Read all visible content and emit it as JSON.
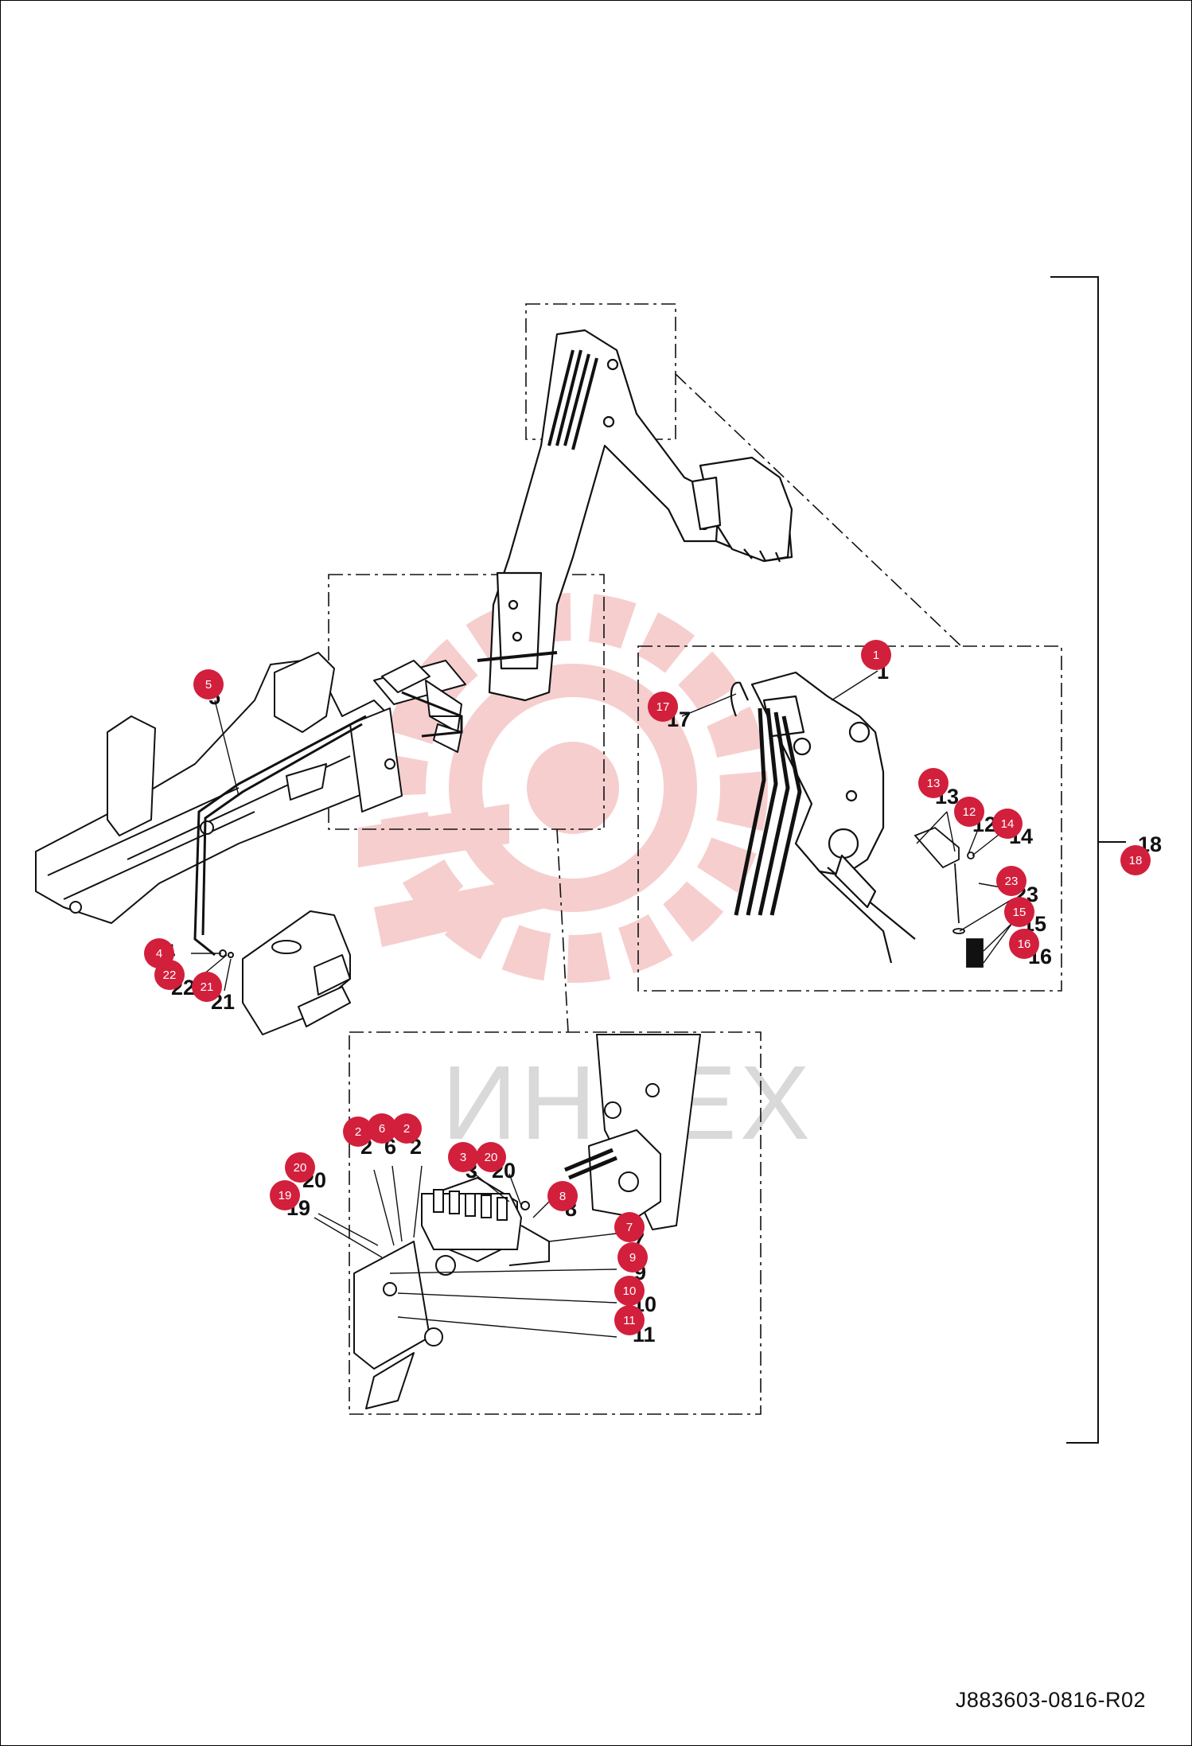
{
  "drawing_code": "J883603-0816-R02",
  "watermark": {
    "text": "ИНТЕХ",
    "logo_color": "#f6c9c9",
    "text_color": "#d9d9d9"
  },
  "colors": {
    "badge": "#d21f3c",
    "line": "#111111"
  },
  "callouts": [
    {
      "id": "c1",
      "printed": "1",
      "badge": "1"
    },
    {
      "id": "c17",
      "printed": "17",
      "badge": "17"
    },
    {
      "id": "c13",
      "printed": "13",
      "badge": "13"
    },
    {
      "id": "c12",
      "printed": "12",
      "badge": "12"
    },
    {
      "id": "c14",
      "printed": "14",
      "badge": "14"
    },
    {
      "id": "c23",
      "printed": "23",
      "badge": "23"
    },
    {
      "id": "c15",
      "printed": "15",
      "badge": "15"
    },
    {
      "id": "c16",
      "printed": "16",
      "badge": "16"
    },
    {
      "id": "c18",
      "printed": "18",
      "badge": "18"
    },
    {
      "id": "c5",
      "printed": "5",
      "badge": "5"
    },
    {
      "id": "c4",
      "printed": "4",
      "badge": "4"
    },
    {
      "id": "c22",
      "printed": "22",
      "badge": "22"
    },
    {
      "id": "c21",
      "printed": "21",
      "badge": "21"
    },
    {
      "id": "c2a",
      "printed": "2",
      "badge": "2"
    },
    {
      "id": "c6",
      "printed": "6",
      "badge": "6"
    },
    {
      "id": "c2b",
      "printed": "2",
      "badge": "2"
    },
    {
      "id": "c3",
      "printed": "3",
      "badge": "3"
    },
    {
      "id": "c20a",
      "printed": "20",
      "badge": "20"
    },
    {
      "id": "c20b",
      "printed": "20",
      "badge": "20"
    },
    {
      "id": "c19",
      "printed": "19",
      "badge": "19"
    },
    {
      "id": "c8",
      "printed": "8",
      "badge": "8"
    },
    {
      "id": "c7",
      "printed": "7",
      "badge": "7"
    },
    {
      "id": "c9",
      "printed": "9",
      "badge": "9"
    },
    {
      "id": "c10",
      "printed": "10",
      "badge": "10"
    },
    {
      "id": "c11",
      "printed": "11",
      "badge": "11"
    }
  ]
}
